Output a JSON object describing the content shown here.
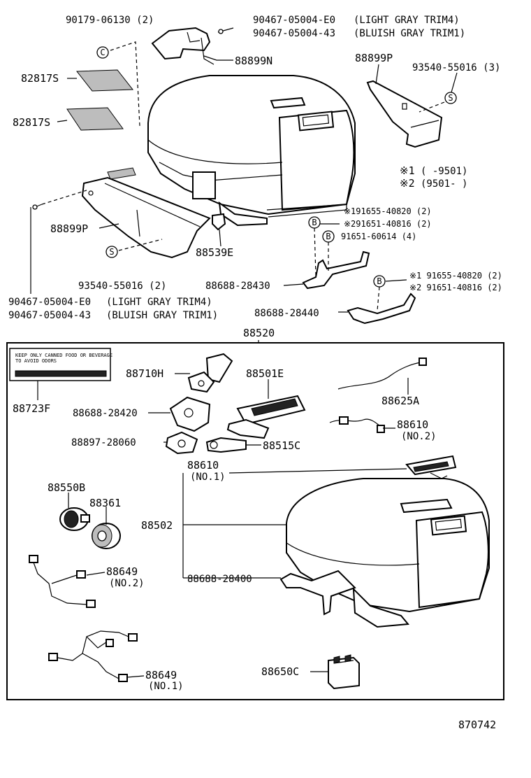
{
  "labels": {
    "p90179": "90179-06130 (2)",
    "p90467_e0_top": "90467-05004-E0",
    "trim_light_top": "(LIGHT GRAY TRIM4)",
    "p90467_43_top": "90467-05004-43",
    "trim_bluish_top": "(BLUISH GRAY TRIM1)",
    "p88899N": "88899N",
    "p82817S_a": "82817S",
    "p82817S_b": "82817S",
    "p88899P_top": "88899P",
    "p93540_top": "93540-55016 (3)",
    "note1_mark": "※1",
    "note1_range": "(     -9501)",
    "note2_mark": "※2",
    "note2_range": "(9501-      )",
    "b_row1": "※191655-40820 (2)",
    "b_row2": "※291651-40816 (2)",
    "b_row3": "91651-60614 (4)",
    "b_row4": "※1 91655-40820 (2)",
    "b_row5": "※2 91651-40816 (2)",
    "p88899P_left": "88899P",
    "p88539E": "88539E",
    "p93540_bottom": "93540-55016 (2)",
    "p88688_28430": "88688-28430",
    "p88688_28440": "88688-28440",
    "p90467_e0_bottom": "90467-05004-E0",
    "trim_light_bottom": "(LIGHT GRAY TRIM4)",
    "p90467_43_bottom": "90467-05004-43",
    "trim_bluish_bottom": "(BLUISH GRAY TRIM1)",
    "p88520": "88520",
    "p88723F": "88723F",
    "p88710H": "88710H",
    "p88501E": "88501E",
    "p88625A": "88625A",
    "p88688_28420": "88688-28420",
    "p88610_a": "88610",
    "p88610_a_sub": "(NO.2)",
    "p88897_28060": "88897-28060",
    "p88515C": "88515C",
    "p88610_b": "88610",
    "p88610_b_sub": "(NO.1)",
    "p88550B": "88550B",
    "p88361": "88361",
    "p88502": "88502",
    "p88649_a": "88649",
    "p88649_a_sub": "(NO.2)",
    "p88688_28400": "88688-28400",
    "p88649_b": "88649",
    "p88649_b_sub": "(NO.1)",
    "p88650C": "88650C",
    "diagram_id": "870742",
    "sticker_line1": "KEEP ONLY CANNED FOOD OR BEVERAGE",
    "sticker_line2": "TO AVOID ODORS",
    "symbol_c": "C",
    "symbol_s": "S",
    "symbol_b": "B"
  }
}
